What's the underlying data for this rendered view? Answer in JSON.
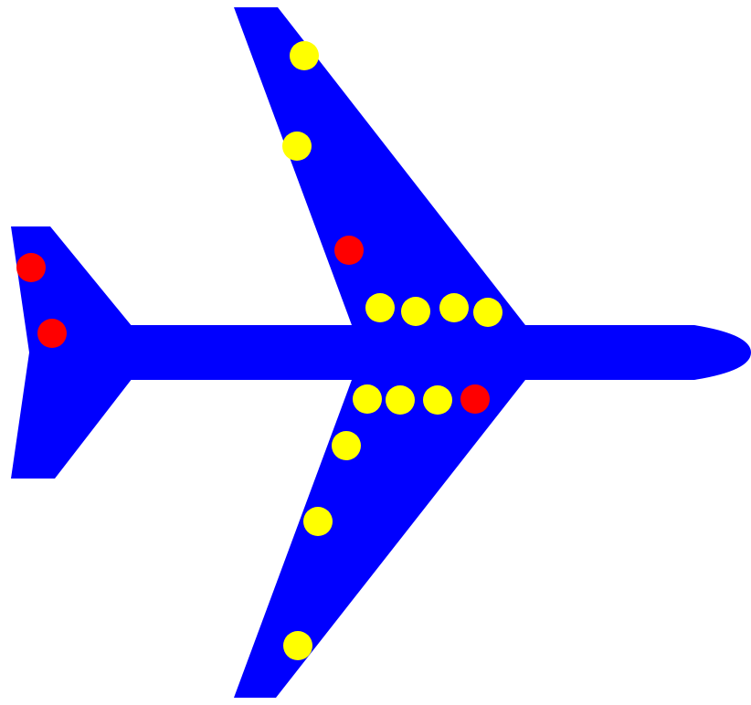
{
  "colors": {
    "background": "#ffffff",
    "airplane": "#0000ff",
    "marker_yellow": "#ffff00",
    "marker_red": "#ff0000"
  },
  "airplane": {
    "parts": [
      {
        "name": "fuselage"
      },
      {
        "name": "upper-wing"
      },
      {
        "name": "lower-wing"
      },
      {
        "name": "tail-fin"
      }
    ]
  },
  "markers": [
    {
      "name": "marker-yellow-upper-wing-tip",
      "color": "yellow"
    },
    {
      "name": "marker-yellow-upper-wing-mid",
      "color": "yellow"
    },
    {
      "name": "marker-red-upper-wing-root",
      "color": "red"
    },
    {
      "name": "marker-yellow-upper-root-1",
      "color": "yellow"
    },
    {
      "name": "marker-yellow-upper-root-2",
      "color": "yellow"
    },
    {
      "name": "marker-yellow-upper-root-3",
      "color": "yellow"
    },
    {
      "name": "marker-yellow-upper-root-4",
      "color": "yellow"
    },
    {
      "name": "marker-yellow-lower-root-1",
      "color": "yellow"
    },
    {
      "name": "marker-yellow-lower-root-2",
      "color": "yellow"
    },
    {
      "name": "marker-yellow-lower-root-3",
      "color": "yellow"
    },
    {
      "name": "marker-red-lower-root-4",
      "color": "red"
    },
    {
      "name": "marker-yellow-lower-wing-root",
      "color": "yellow"
    },
    {
      "name": "marker-yellow-lower-wing-mid",
      "color": "yellow"
    },
    {
      "name": "marker-yellow-lower-wing-tip",
      "color": "yellow"
    },
    {
      "name": "marker-red-tail-upper",
      "color": "red"
    },
    {
      "name": "marker-red-tail-lower",
      "color": "red"
    }
  ]
}
